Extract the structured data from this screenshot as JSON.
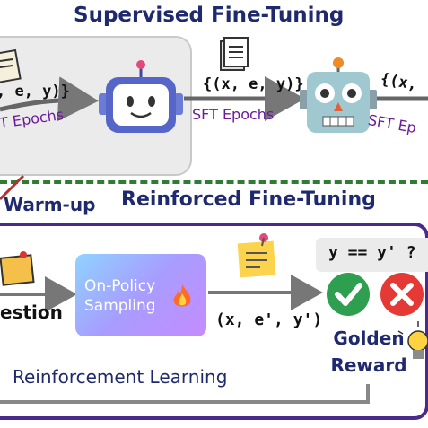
{
  "sft": {
    "title": "Supervised Fine-Tuning",
    "tuple_left": ", e, y)}",
    "epoch_left": "T Epochs",
    "tuple_mid": "{(x, e, y)}",
    "epoch_mid": "SFT Epochs",
    "tuple_right": "{(x,",
    "epoch_right": "SFT Ep"
  },
  "warmup": {
    "label": "Warm-up"
  },
  "rft": {
    "title": "Reinforced Fine-Tuning",
    "question_label": "estion",
    "sampling_line1": "On-Policy",
    "sampling_line2": "Sampling",
    "output_tuple": "(x, e', y')",
    "condition": "y == y' ?",
    "golden_line1": "Golden",
    "golden_line2": "Reward",
    "rl_label": "Reinforcement Learning"
  },
  "icons": {
    "doc": "document-stack-icon",
    "robot1": "robot-icon",
    "robot2": "robot-face-icon",
    "note": "sticky-note-icon",
    "fire": "fire-icon",
    "check": "check-icon",
    "cross": "cross-icon",
    "bulb": "lightbulb-icon"
  },
  "colors": {
    "title": "#1f2a6e",
    "epoch": "#6a1b9a",
    "frame": "#4a2a8a",
    "dashed": "#2e7d32",
    "check": "#2e9e4f",
    "cross": "#e53935"
  }
}
